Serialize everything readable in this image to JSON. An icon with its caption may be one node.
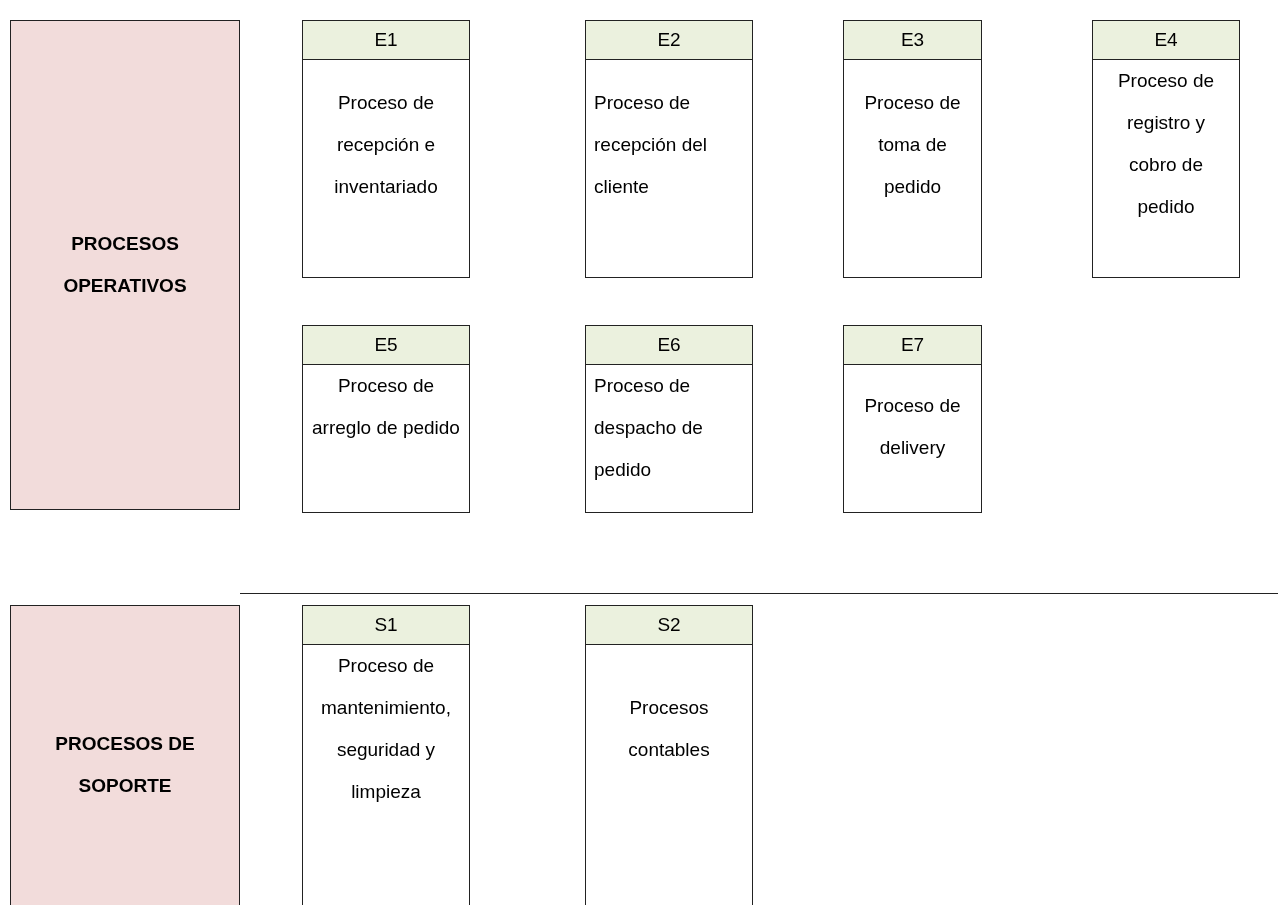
{
  "diagram": {
    "nodes": [
      {
        "text": [
          "PROCESOS OPERATIVOS"
        ]
      },
      {
        "text": [
          "E1",
          "Proceso de recepción e inventariado"
        ]
      },
      {
        "text": [
          "E2",
          "Proceso de recepción del cliente"
        ]
      },
      {
        "text": [
          "E3",
          "Proceso de toma de pedido"
        ]
      },
      {
        "text": [
          "E4",
          "Proceso de registro y cobro de pedido"
        ]
      },
      {
        "text": [
          "E5",
          "Proceso de arreglo de pedido"
        ]
      },
      {
        "text": [
          "E6",
          "Proceso de despacho de pedido"
        ]
      },
      {
        "text": [
          "E7",
          "Proceso de delivery"
        ]
      },
      {
        "text": [
          "PROCESOS DE SOPORTE"
        ]
      },
      {
        "text": [
          "S1",
          "Proceso de mantenimiento, seguridad y limpieza"
        ]
      },
      {
        "text": [
          "S2",
          "Procesos contables"
        ]
      }
    ],
    "edges": []
  }
}
